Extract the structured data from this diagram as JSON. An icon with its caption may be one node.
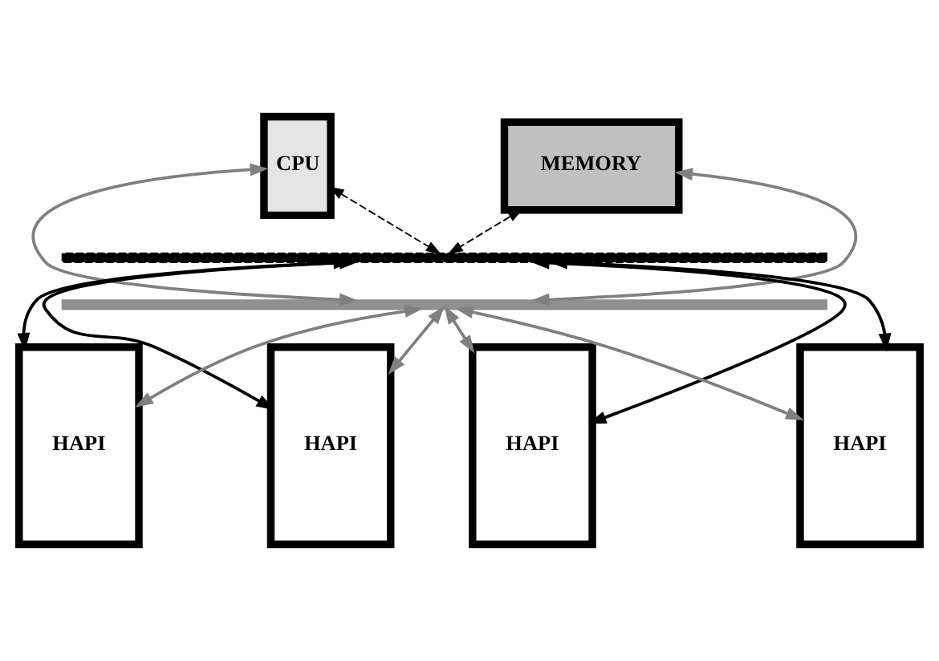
{
  "diagram": {
    "nodes": [
      {
        "text": [
          "CPU"
        ]
      },
      {
        "text": [
          "MEMORY"
        ]
      },
      {
        "text": [],
        "shape": "bar"
      },
      {
        "text": [],
        "shape": "bar"
      },
      {
        "text": [
          "HAPI"
        ]
      },
      {
        "text": [
          "HAPI"
        ]
      },
      {
        "text": [
          "HAPI"
        ]
      },
      {
        "text": [
          "HAPI"
        ]
      }
    ],
    "edges": [
      {
        "from": 0,
        "to": 3,
        "arrow": "both",
        "color": "#808080"
      },
      {
        "from": 0,
        "to": 2,
        "arrow": "both",
        "style": "dashed",
        "color": "#000000"
      },
      {
        "from": 1,
        "to": 3,
        "arrow": "both",
        "color": "#808080"
      },
      {
        "from": 1,
        "to": 2,
        "arrow": "both",
        "style": "dashed",
        "color": "#000000"
      },
      {
        "from": 4,
        "to": 3,
        "arrow": "both",
        "color": "#808080"
      },
      {
        "from": 4,
        "to": 2,
        "arrow": "both",
        "color": "#000000"
      },
      {
        "from": 5,
        "to": 3,
        "arrow": "both",
        "color": "#808080"
      },
      {
        "from": 5,
        "to": 2,
        "arrow": "both",
        "color": "#000000"
      },
      {
        "from": 6,
        "to": 3,
        "arrow": "both",
        "color": "#808080"
      },
      {
        "from": 6,
        "to": 2,
        "arrow": "both",
        "color": "#000000"
      },
      {
        "from": 7,
        "to": 3,
        "arrow": "both",
        "color": "#808080"
      },
      {
        "from": 7,
        "to": 2,
        "arrow": "both",
        "color": "#000000"
      }
    ]
  }
}
